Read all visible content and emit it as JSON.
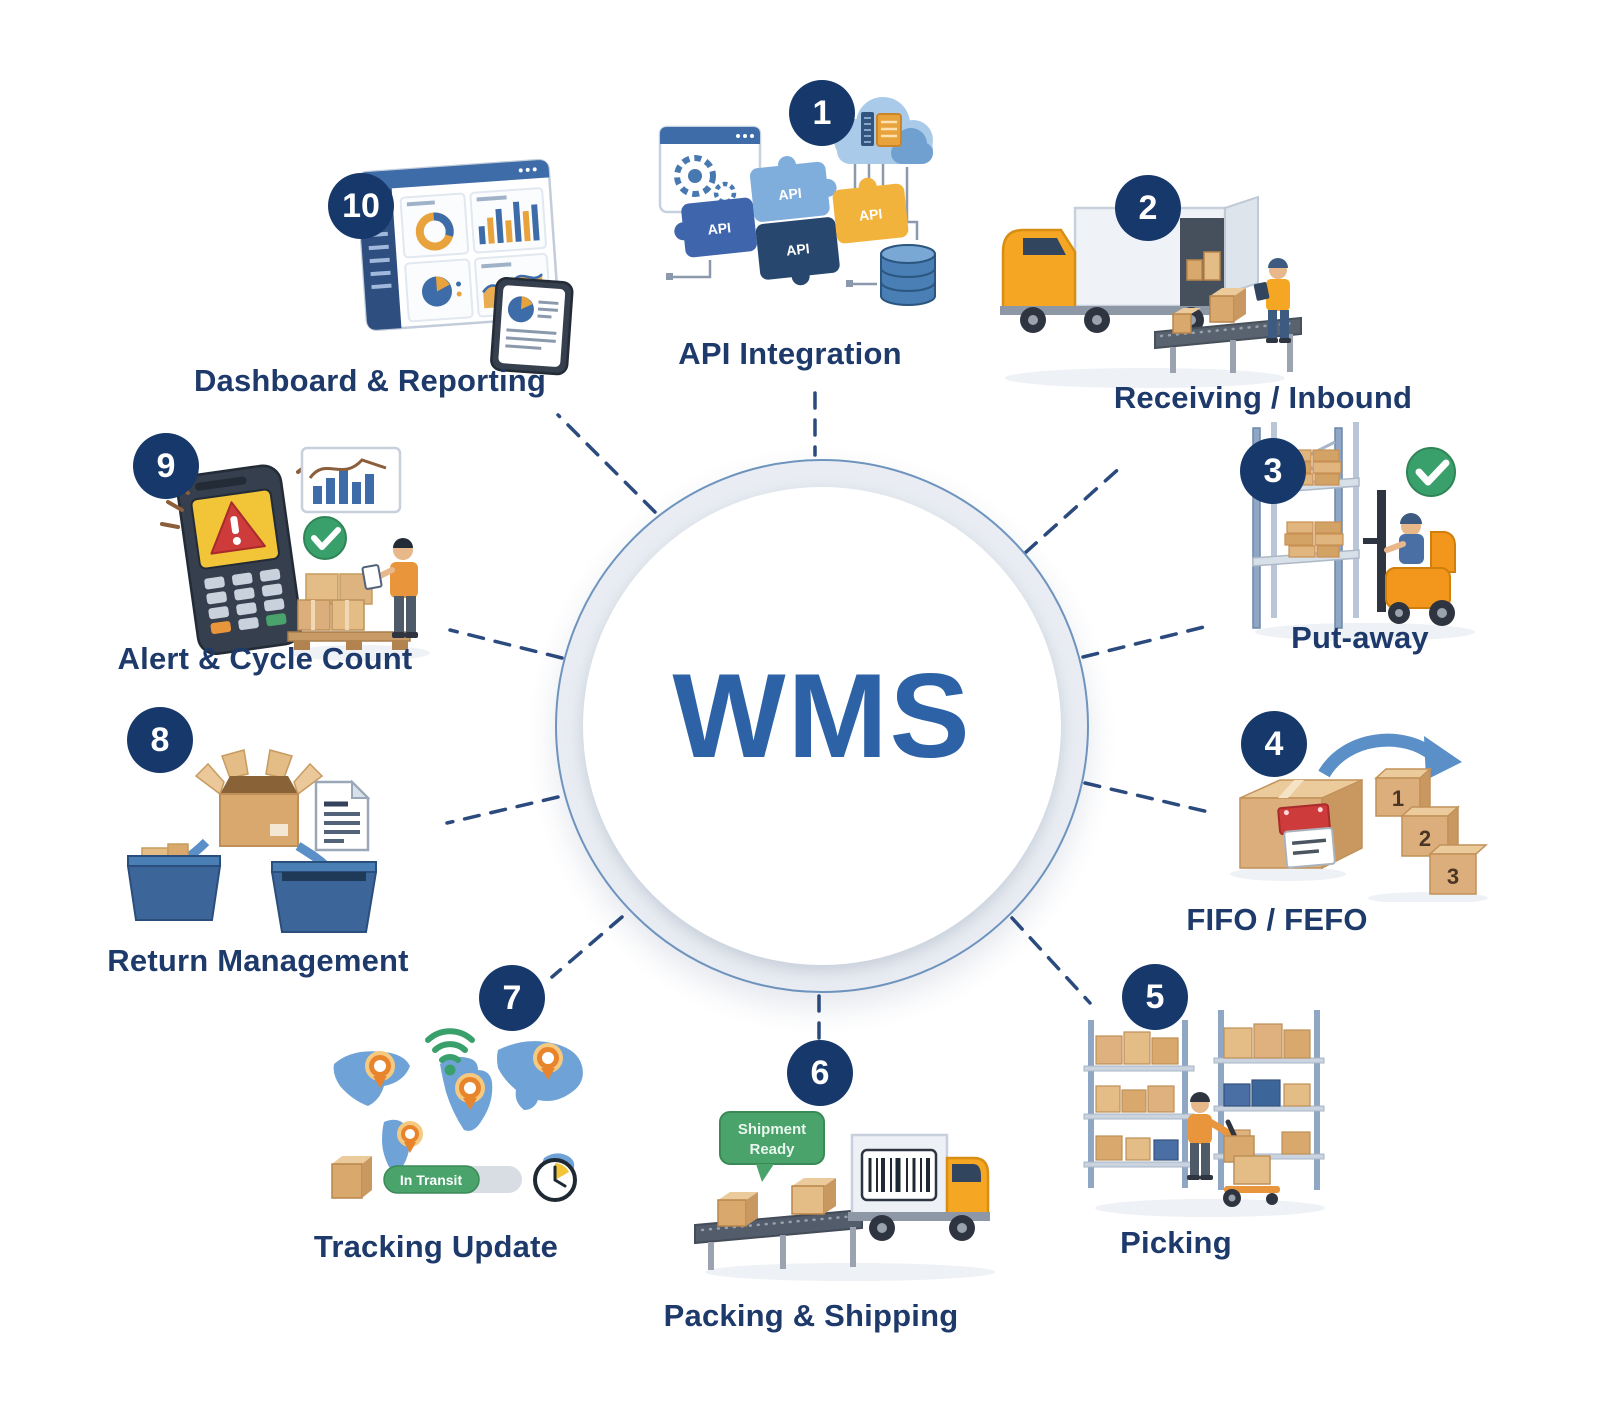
{
  "center": {
    "label": "WMS"
  },
  "items": [
    {
      "number": "1",
      "label": "API Integration"
    },
    {
      "number": "2",
      "label": "Receiving / Inbound"
    },
    {
      "number": "3",
      "label": "Put-away"
    },
    {
      "number": "4",
      "label": "FIFO / FEFO"
    },
    {
      "number": "5",
      "label": "Picking"
    },
    {
      "number": "6",
      "label": "Packing & Shipping"
    },
    {
      "number": "7",
      "label": "Tracking Update"
    },
    {
      "number": "8",
      "label": "Return Management"
    },
    {
      "number": "9",
      "label": "Alert & Cycle Count"
    },
    {
      "number": "10",
      "label": "Dashboard & Reporting"
    }
  ],
  "art_text": {
    "api": "API",
    "shipment_ready_line1": "Shipment",
    "shipment_ready_line2": "Ready",
    "in_transit": "In Transit",
    "fifo_box_1": "1",
    "fifo_box_2": "2",
    "fifo_box_3": "3"
  },
  "colors": {
    "badge_navy": "#17386B",
    "label_navy": "#1E3A6B",
    "wms_blue": "#2D63A6",
    "ring_border": "#6E94BE",
    "dashed_line": "#2B4A7E",
    "accent_orange": "#F5A623",
    "carton_tan": "#D9A86C",
    "success_green": "#3AA06B",
    "alert_red": "#CE3B3B",
    "chart_yellow": "#E8A33D",
    "chart_blue": "#3D6CA8"
  }
}
